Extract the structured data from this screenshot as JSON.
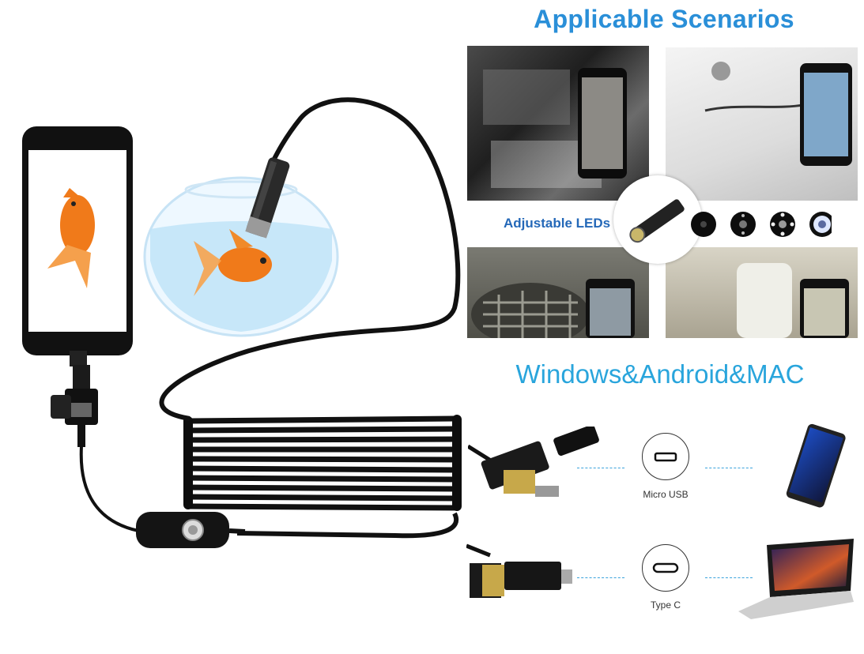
{
  "header": {
    "title": "Applicable Scenarios"
  },
  "leds": {
    "label": "Adjustable LEDs"
  },
  "compat": {
    "title": "Windows&Android&MAC"
  },
  "ports": {
    "micro_usb": "Micro USB",
    "type_c": "Type C"
  },
  "colors": {
    "accent": "#2a8fd8",
    "led_label": "#2468b8",
    "compat_title": "#29a5dc"
  }
}
